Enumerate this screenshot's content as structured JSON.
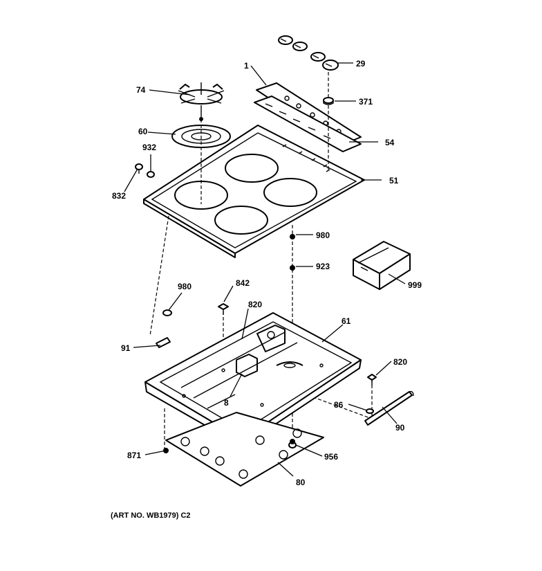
{
  "caption": "(ART NO. WB1979) C2",
  "callouts": {
    "c1": "1",
    "c29": "29",
    "c371": "371",
    "c54": "54",
    "c51": "51",
    "c74": "74",
    "c60": "60",
    "c932": "932",
    "c832": "832",
    "c980a": "980",
    "c923": "923",
    "c999": "999",
    "c980b": "980",
    "c842": "842",
    "c820a": "820",
    "c61": "61",
    "c91": "91",
    "c820b": "820",
    "c86": "86",
    "c90": "90",
    "c8": "8",
    "c871": "871",
    "c956": "956",
    "c80": "80"
  }
}
